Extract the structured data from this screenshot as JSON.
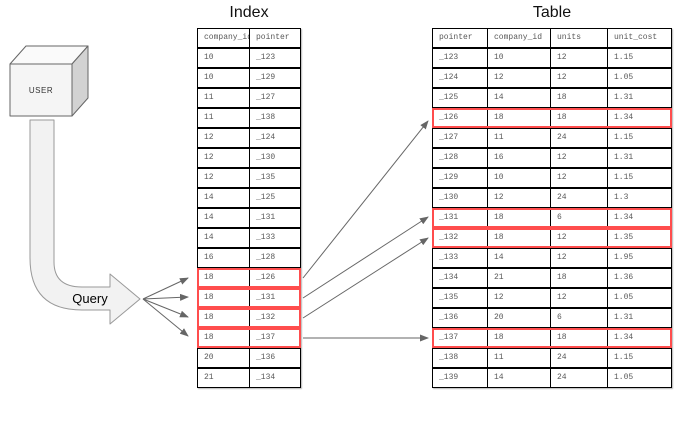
{
  "user_label": "USER",
  "query_label": "Query",
  "colors": {
    "highlight_red": "#ff4d4d",
    "arrow_gray": "#666666",
    "cell_text_gray": "#595959",
    "table_border": "#000000"
  },
  "index_table": {
    "title": "Index",
    "columns": [
      "company_id",
      "pointer"
    ],
    "rows": [
      [
        "10",
        "_123"
      ],
      [
        "10",
        "_129"
      ],
      [
        "11",
        "_127"
      ],
      [
        "11",
        "_138"
      ],
      [
        "12",
        "_124"
      ],
      [
        "12",
        "_130"
      ],
      [
        "12",
        "_135"
      ],
      [
        "14",
        "_125"
      ],
      [
        "14",
        "_131"
      ],
      [
        "14",
        "_133"
      ],
      [
        "16",
        "_128"
      ],
      [
        "18",
        "_126"
      ],
      [
        "18",
        "_131"
      ],
      [
        "18",
        "_132"
      ],
      [
        "18",
        "_137"
      ],
      [
        "20",
        "_136"
      ],
      [
        "21",
        "_134"
      ]
    ],
    "highlighted_rows": [
      11,
      12,
      13,
      14
    ]
  },
  "data_table": {
    "title": "Table",
    "columns": [
      "pointer",
      "company_id",
      "units",
      "unit_cost"
    ],
    "rows": [
      [
        "_123",
        "10",
        "12",
        "1.15"
      ],
      [
        "_124",
        "12",
        "12",
        "1.05"
      ],
      [
        "_125",
        "14",
        "18",
        "1.31"
      ],
      [
        "_126",
        "18",
        "18",
        "1.34"
      ],
      [
        "_127",
        "11",
        "24",
        "1.15"
      ],
      [
        "_128",
        "16",
        "12",
        "1.31"
      ],
      [
        "_129",
        "10",
        "12",
        "1.15"
      ],
      [
        "_130",
        "12",
        "24",
        "1.3"
      ],
      [
        "_131",
        "18",
        "6",
        "1.34"
      ],
      [
        "_132",
        "18",
        "12",
        "1.35"
      ],
      [
        "_133",
        "14",
        "12",
        "1.95"
      ],
      [
        "_134",
        "21",
        "18",
        "1.36"
      ],
      [
        "_135",
        "12",
        "12",
        "1.05"
      ],
      [
        "_136",
        "20",
        "6",
        "1.31"
      ],
      [
        "_137",
        "18",
        "18",
        "1.34"
      ],
      [
        "_138",
        "11",
        "24",
        "1.15"
      ],
      [
        "_139",
        "14",
        "24",
        "1.05"
      ]
    ],
    "highlighted_rows": [
      3,
      8,
      9,
      14
    ]
  }
}
